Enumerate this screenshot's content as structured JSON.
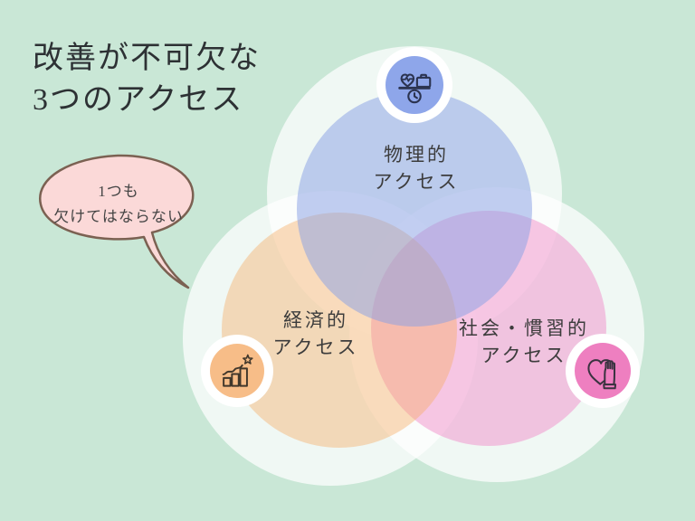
{
  "slide": {
    "background_color": "#c9e7d6"
  },
  "title": {
    "line1": "改善が不可欠な",
    "line2": "3つのアクセス"
  },
  "speech_bubble": {
    "line1": "1つも",
    "line2": "欠けてはならない",
    "fill_color": "#fbd9d8",
    "stroke_color": "#7b6152"
  },
  "venn": {
    "physical": {
      "label1": "物理的",
      "label2": "アクセス",
      "circle_color": "#8ea6ea",
      "icon": "work-life-balance-icon"
    },
    "economic": {
      "label1": "経済的",
      "label2": "アクセス",
      "circle_color": "#f7bd88",
      "icon": "growth-chart-icon"
    },
    "social": {
      "label1": "社会・慣習的",
      "label2": "アクセス",
      "circle_color": "#ee7fc0",
      "icon": "hand-on-heart-icon"
    }
  }
}
